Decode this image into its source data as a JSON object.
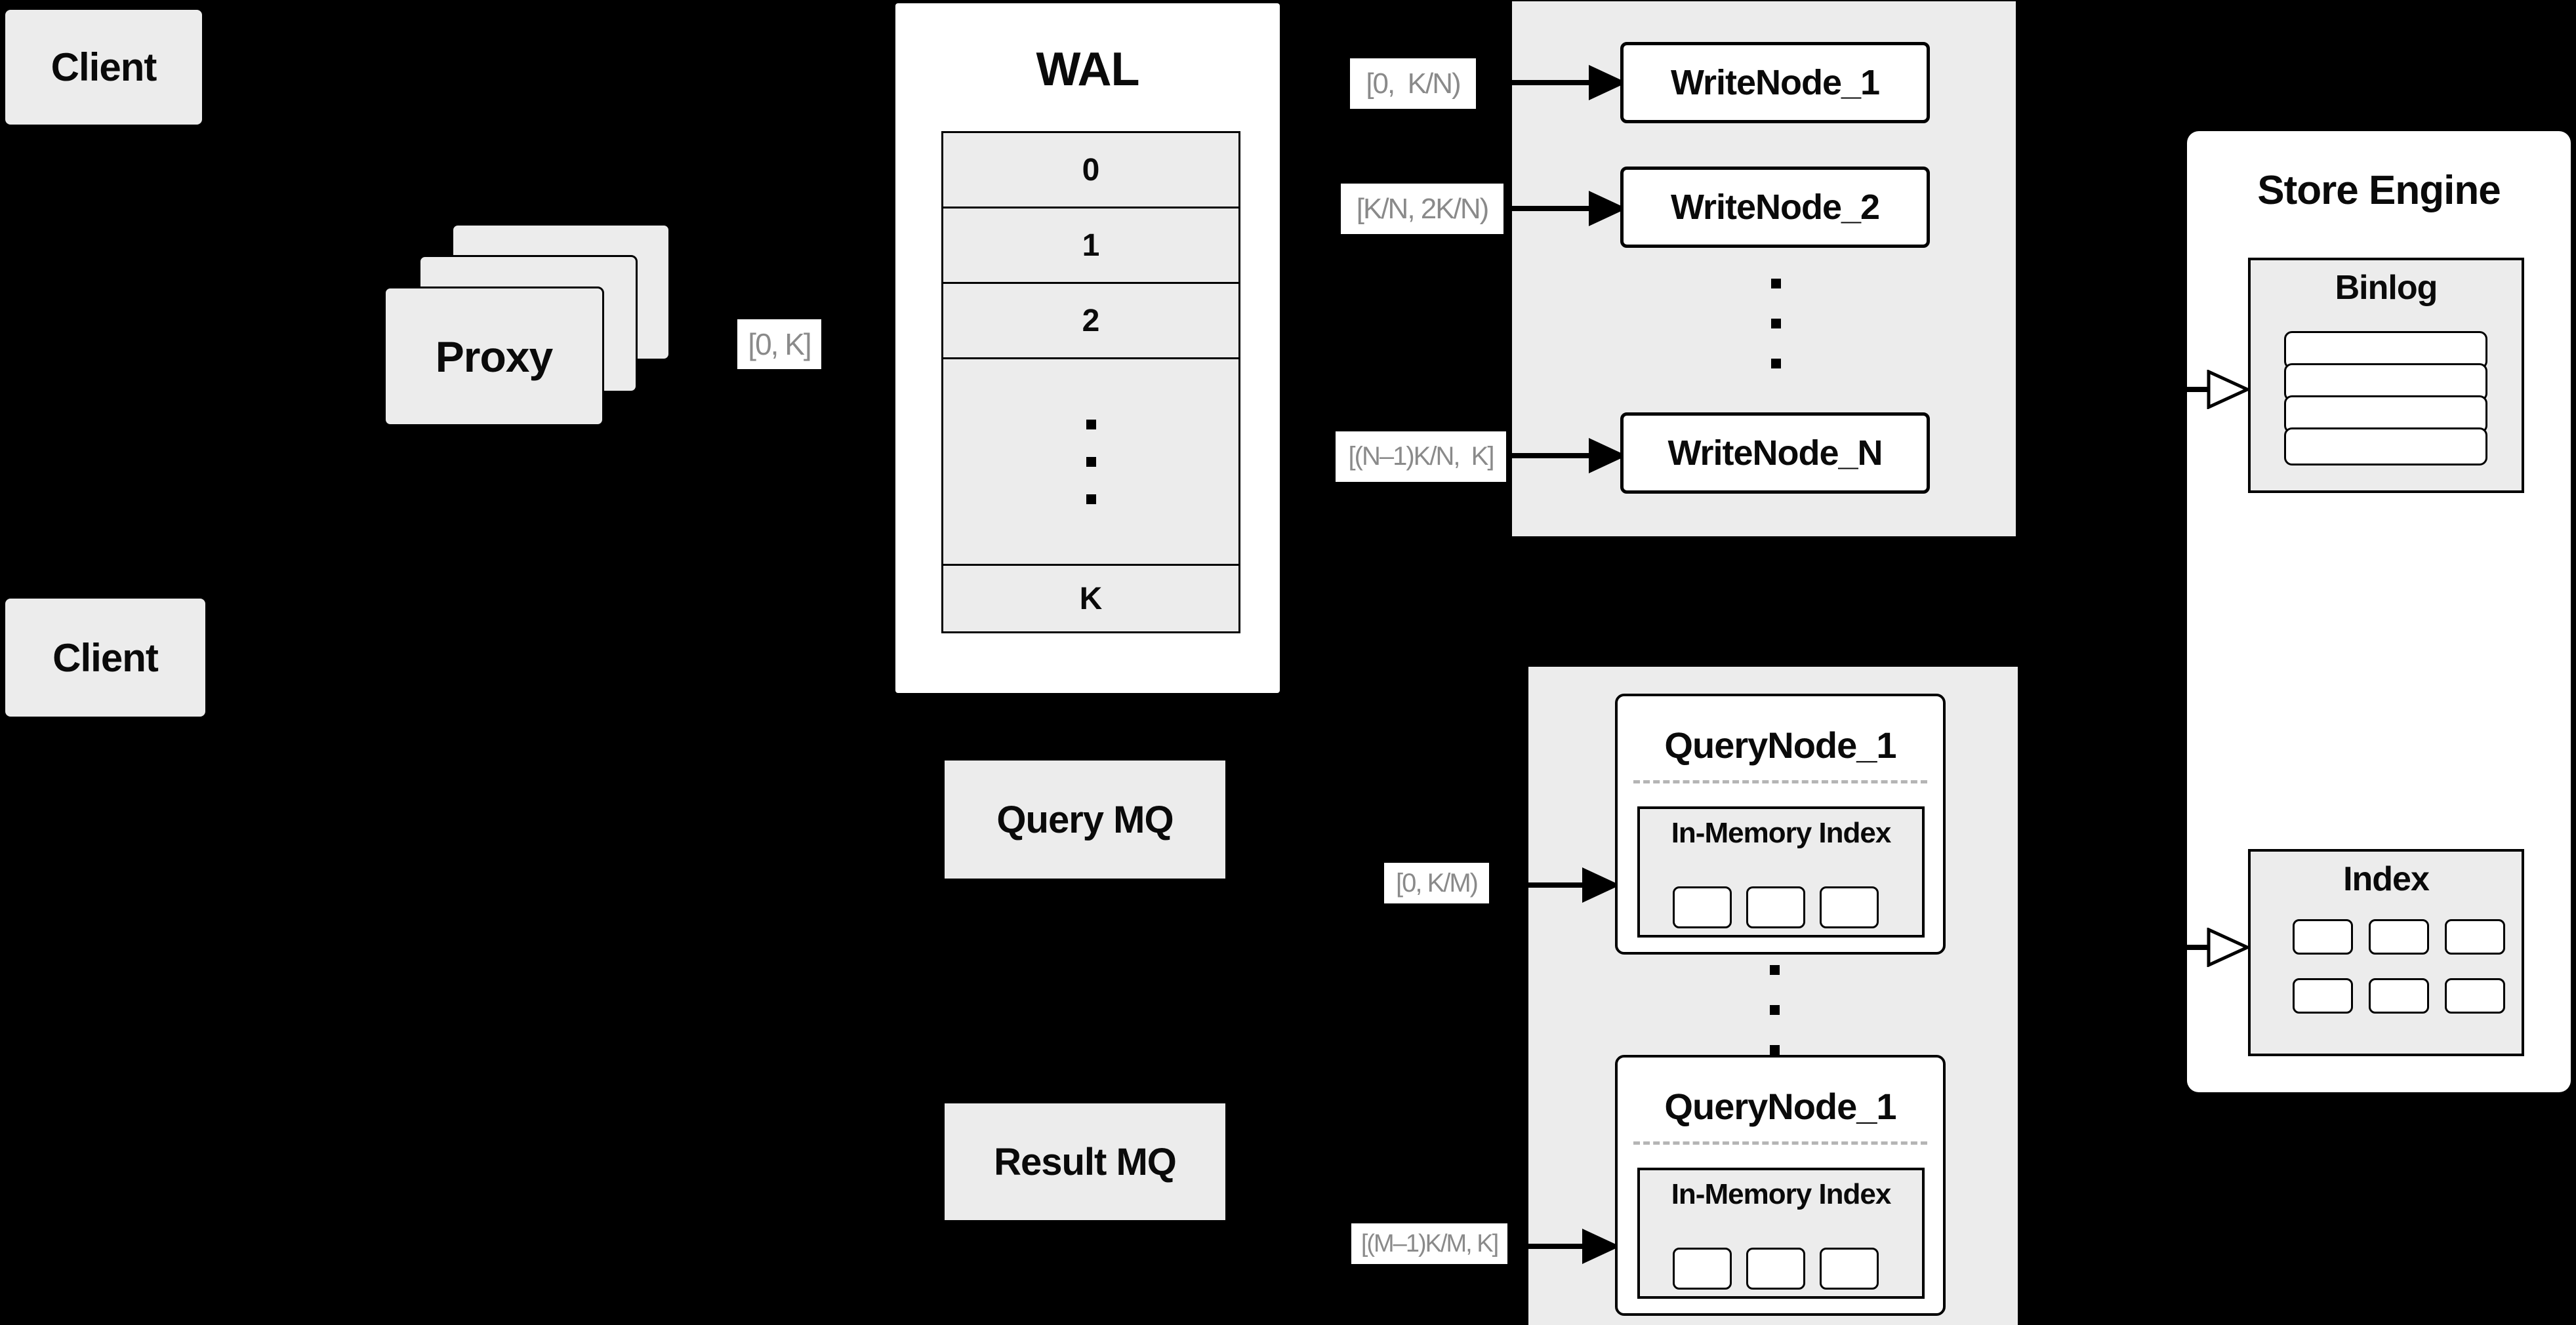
{
  "colors": {
    "background": "#000000",
    "panel_gray": "#ececec",
    "box_white": "#ffffff",
    "border_black": "#000000",
    "chip_text_gray": "#8a8a8a",
    "divider_gray": "#b5b5b5"
  },
  "clients": {
    "top": "Client",
    "bottom": "Client"
  },
  "proxy": {
    "label": "Proxy",
    "range_chip": "[0, K]"
  },
  "wal": {
    "title": "WAL",
    "rows": [
      "0",
      "1",
      "2"
    ],
    "last_row": "K",
    "ellipsis": "..."
  },
  "write_group": {
    "ellipsis": "...",
    "nodes": [
      {
        "name": "WriteNode_1",
        "range": "[0,  K/N)"
      },
      {
        "name": "WriteNode_2",
        "range": "[K/N, 2K/N)"
      },
      {
        "name": "WriteNode_N",
        "range": "[(N–1)K/N,  K]"
      }
    ]
  },
  "store_engine": {
    "title": "Store Engine",
    "binlog": {
      "title": "Binlog"
    },
    "index": {
      "title": "Index"
    }
  },
  "mq": {
    "query": "Query MQ",
    "result": "Result MQ"
  },
  "query_group": {
    "ellipsis": "...",
    "nodes": [
      {
        "name": "QueryNode_1",
        "inner": "In-Memory Index",
        "range": "[0, K/M)"
      },
      {
        "name": "QueryNode_1",
        "inner": "In-Memory Index",
        "range": "[(M–1)K/M, K]"
      }
    ]
  }
}
